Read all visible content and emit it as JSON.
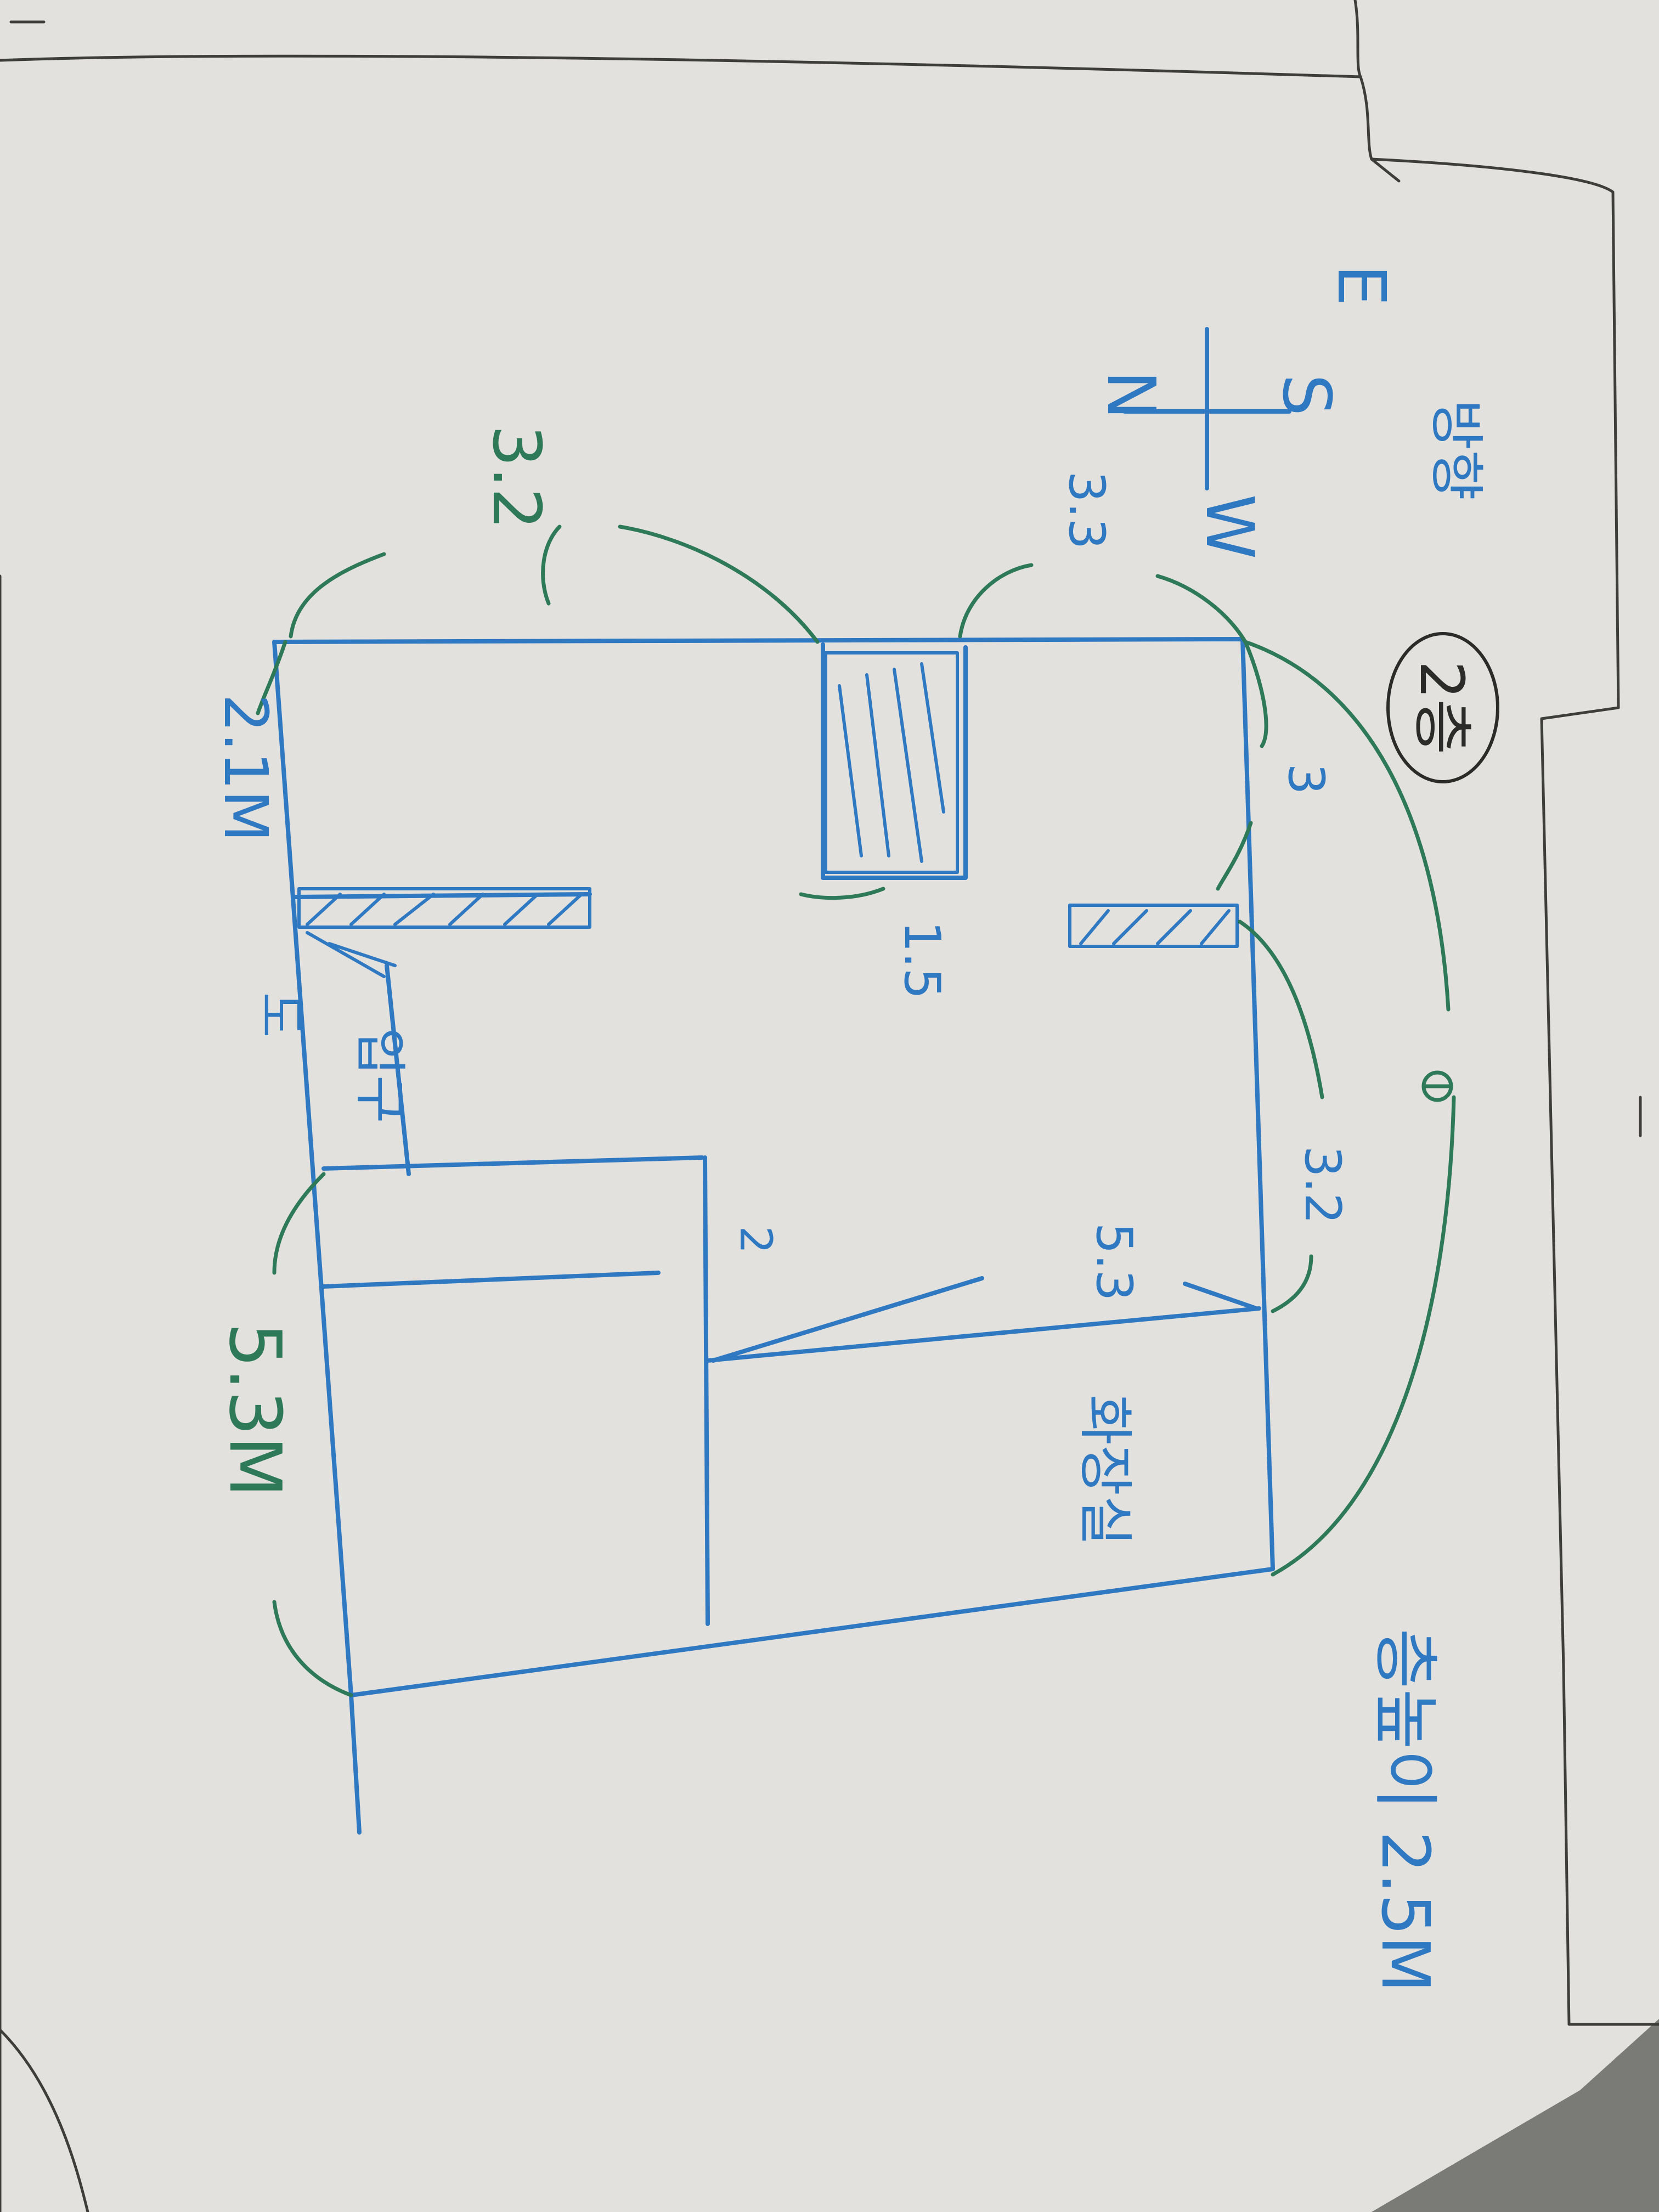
{
  "floor": "2층",
  "orientation_label": "방향",
  "compass": {
    "east": "E",
    "south": "S",
    "north": "N",
    "west": "W"
  },
  "ceiling_height": "층높이 2.5M",
  "dimensions": {
    "top_left": "3.2",
    "top_mid": "3.3",
    "right_a": "3",
    "right_b": "3.2",
    "corridor": "1.5",
    "width_a": "2.1M",
    "width_total": "5.3M",
    "inner_depth": "2",
    "inner_label": "5.3",
    "total_span_marker": "⊕"
  },
  "rooms": {
    "right_room": "화장실",
    "bottom_label_a": "입구",
    "bottom_label_b": "도"
  },
  "colors": {
    "paper": "#e9e7e2",
    "blue_ink": "#2f78c2",
    "green_ink": "#2e7a58"
  }
}
